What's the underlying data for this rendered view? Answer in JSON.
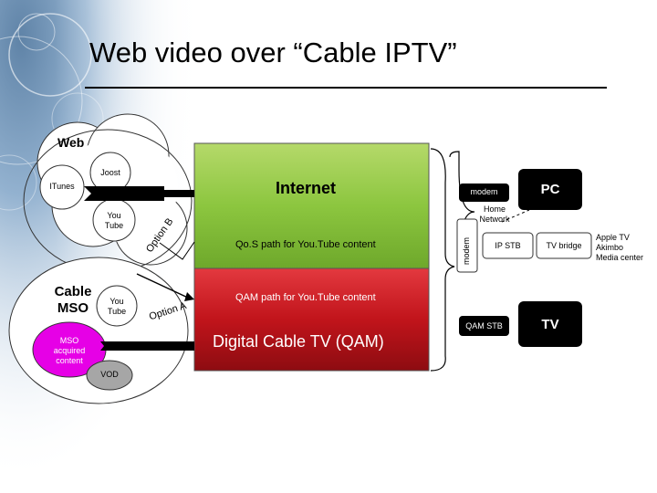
{
  "slide": {
    "title": "Web video over “Cable IPTV”"
  },
  "web_cloud": {
    "label": "Web",
    "bubbles": {
      "itunes": "ITunes",
      "joost": "Joost",
      "youtube": "You\nTube"
    }
  },
  "mso_cloud": {
    "label": "Cable\nMSO",
    "bubbles": {
      "youtube": "You\nTube",
      "mso_content": "MSO\nacquired\ncontent",
      "vod": "VOD"
    }
  },
  "network": {
    "internet_label": "Internet",
    "qos_path": "Qo.S path for You.Tube content",
    "qam_path": "QAM path for You.Tube  content",
    "cable_label": "Digital Cable TV (QAM)",
    "option_b": "Option B",
    "option_a": "Option A"
  },
  "home": {
    "modem_top": "modem",
    "pc": "PC",
    "home_network": "Home\nNetwork",
    "modem_vertical": "modem",
    "ip_stb": "IP STB",
    "tv_bridge": "TV bridge",
    "tv_bridge_examples": "Apple TV\nAkimbo\nMedia center",
    "qam_stb": "QAM STB",
    "tv": "TV"
  },
  "colors": {
    "internet_green": "#8cc63f",
    "cable_red": "#c1141b",
    "mso_purple": "#e600e6",
    "vod_gray": "#a6a6a6",
    "device_black": "#000000"
  }
}
